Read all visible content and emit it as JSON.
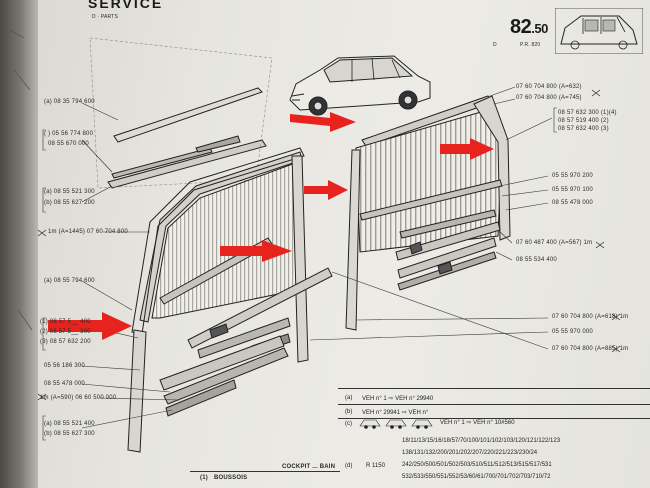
{
  "header": {
    "page_number": "82",
    "page_suffix": ".50",
    "page_small_left": "D",
    "page_small_right": "P.R. 820",
    "top_logo_text": "SERVICE",
    "top_logo_sub": "D · PARTS"
  },
  "labels_left": [
    {
      "text": "(a) 08 35 794 600"
    },
    {
      "text": "(  ) 05 56 774 800"
    },
    {
      "text": "08 55 670 000"
    },
    {
      "text": "(a) 08 55 521 300"
    },
    {
      "text": "(b) 08 55 627 200"
    },
    {
      "text": "1m (A=1445) 07 60 704 800"
    },
    {
      "text": "(a) 08 55 794 600"
    },
    {
      "text": "(1) 08 57 5__ 400"
    },
    {
      "text": "(2) 08 57 5__ 300"
    },
    {
      "text": "(3) 08 57 632 200"
    },
    {
      "text": "05 56 186 300"
    },
    {
      "text": "08 55 478 000"
    },
    {
      "text": "1m (A=590) 06 60 500 000"
    },
    {
      "text": "(a) 08 55 521 400"
    },
    {
      "text": "(b) 08 55 627 300"
    }
  ],
  "labels_right": [
    {
      "text": "07 60 704 800 (A=632)"
    },
    {
      "text": "07 60 704 800 (A=745)"
    },
    {
      "text": "08 57 632 300 (1)(4)"
    },
    {
      "text": "08 57 519 400 (2)"
    },
    {
      "text": "08 57 632 400 (3)"
    },
    {
      "text": "05 55 970 200"
    },
    {
      "text": "05 55 970 100"
    },
    {
      "text": "08 55 478 000"
    },
    {
      "text": "07 60 487 400 (A=567) 1m"
    },
    {
      "text": "08 55 534 400"
    },
    {
      "text": "07 60 704 800 (A=618) 1m"
    },
    {
      "text": "05 55 970 000"
    },
    {
      "text": "07 60 704 800 (A=885) 1m"
    }
  ],
  "table": {
    "row_a_label": "(a)",
    "row_a_text": "VEH n° 1 ⇨ VEH n° 29940",
    "row_b_label": "(b)",
    "row_b_text": "VEH n° 29941 ⇨ VEH n°",
    "row_c_label": "(c)",
    "row_c_text": "VEH n° 1 ⇨ VEH n° 10#560",
    "row_d_label": "(d)",
    "row_d_ref": "R 1150",
    "row_d_lines": [
      "18/11/13/15/16/18/57/70/100/101/102/103/120/121/122/123",
      "138/131/132/200/201/202/207/220/221/223/230/24",
      "242/250/500/501/502/503/510/511/512/513/515/517/531",
      "532/533/550/551/552/53/60/61/700/701/702/703/710/72"
    ]
  },
  "footer": {
    "note_1": "(1)",
    "note_1_text": "BOUSSOIS",
    "note_2_text": "COCKPIT ... BAIN"
  },
  "colors": {
    "arrow_red": "#e8231e",
    "ink": "#2a2a2a",
    "paper": "#e9e8e2"
  }
}
